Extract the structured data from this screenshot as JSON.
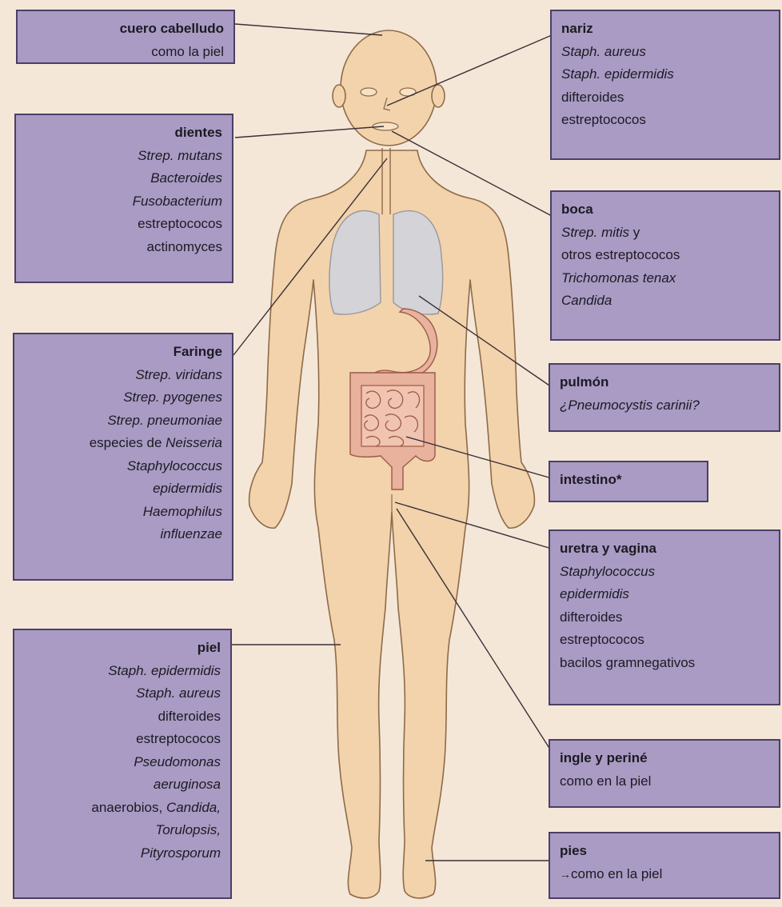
{
  "colors": {
    "background": "#f4e7d7",
    "label_box": "#a99bc4",
    "label_border": "#4b3f66",
    "skin": "#f2d3ab",
    "skin_outline": "#8e6a4a",
    "lungs": "#d4d3d7",
    "gut": "#e8b29c",
    "gut_outline": "#9b5a4a",
    "leader_line": "#3a3038"
  },
  "labels": {
    "cuero_cabelludo": {
      "title": "cuero cabelludo",
      "lines": [
        {
          "text": "como la piel",
          "italic": false
        }
      ]
    },
    "dientes": {
      "title": "dientes",
      "lines": [
        {
          "text": "Strep. mutans",
          "italic": true
        },
        {
          "text": "Bacteroides",
          "italic": true
        },
        {
          "text": "Fusobacterium",
          "italic": true
        },
        {
          "text": "estreptococos",
          "italic": false
        },
        {
          "text": "actinomyces",
          "italic": false
        }
      ]
    },
    "faringe": {
      "title": "Faringe",
      "lines": [
        {
          "text": "Strep. viridans",
          "italic": true
        },
        {
          "text": "Strep. pyogenes",
          "italic": true
        },
        {
          "text": "Strep. pneumoniae",
          "italic": true
        },
        {
          "prefix": "especies de ",
          "text": "Neisseria",
          "italic": true
        },
        {
          "text": "Staphylococcus",
          "italic": true
        },
        {
          "text": "epidermidis",
          "italic": true
        },
        {
          "text": "Haemophilus",
          "italic": true
        },
        {
          "text": "influenzae",
          "italic": true
        }
      ]
    },
    "piel": {
      "title": "piel",
      "lines": [
        {
          "text": "Staph. epidermidis",
          "italic": true
        },
        {
          "text": "Staph. aureus",
          "italic": true
        },
        {
          "text": "difteroides",
          "italic": false
        },
        {
          "text": "estreptococos",
          "italic": false
        },
        {
          "text": "Pseudomonas",
          "italic": true
        },
        {
          "text": "aeruginosa",
          "italic": true
        },
        {
          "prefix": "anaerobios, ",
          "text": "Candida,",
          "italic": true
        },
        {
          "text": "Torulopsis,",
          "italic": true
        },
        {
          "text": "Pityrosporum",
          "italic": true
        }
      ]
    },
    "nariz": {
      "title": "nariz",
      "lines": [
        {
          "text": "Staph. aureus",
          "italic": true
        },
        {
          "text": "Staph. epidermidis",
          "italic": true
        },
        {
          "text": "difteroides",
          "italic": false
        },
        {
          "text": "estreptococos",
          "italic": false
        }
      ]
    },
    "boca": {
      "title": "boca",
      "lines": [
        {
          "text": "Strep. mitis",
          "italic": true,
          "suffix": " y"
        },
        {
          "text": "otros estreptococos",
          "italic": false
        },
        {
          "text": "Trichomonas tenax",
          "italic": true
        },
        {
          "text": "Candida",
          "italic": true
        }
      ]
    },
    "pulmon": {
      "title": "pulmón",
      "lines": [
        {
          "text": "¿Pneumocystis carinii?",
          "italic": true
        }
      ]
    },
    "intestino": {
      "title": "intestino*",
      "lines": []
    },
    "uretra_vagina": {
      "title": "uretra y vagina",
      "lines": [
        {
          "text": "Staphylococcus",
          "italic": true
        },
        {
          "text": "epidermidis",
          "italic": true
        },
        {
          "text": "difteroides",
          "italic": false
        },
        {
          "text": "estreptococos",
          "italic": false
        },
        {
          "text": "bacilos gramnegativos",
          "italic": false
        }
      ]
    },
    "ingle_perine": {
      "title": "ingle y periné",
      "lines": [
        {
          "text": "como en la piel",
          "italic": false
        }
      ]
    },
    "pies": {
      "title": "pies",
      "lines": [
        {
          "text": "como en la piel",
          "italic": false,
          "arrow": "→"
        }
      ]
    }
  }
}
